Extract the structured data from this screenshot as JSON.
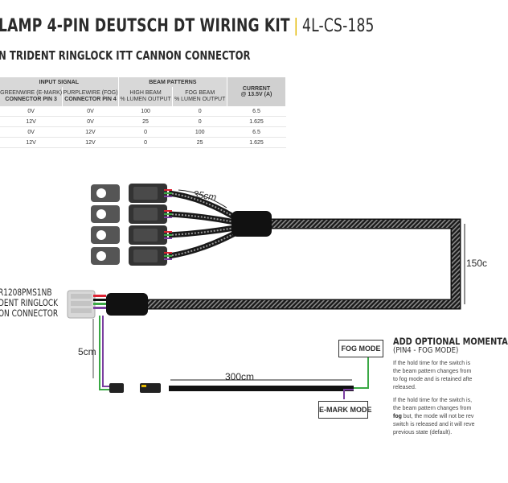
{
  "header": {
    "title": "LAMP 4-PIN DEUTSCH DT WIRING KIT",
    "separator": "|",
    "code": "4L-CS-185",
    "subtitle": "N TRIDENT RINGLOCK ITT CANNON CONNECTOR"
  },
  "table": {
    "group_input": "INPUT SIGNAL",
    "group_beam": "BEAM PATTERNS",
    "current_header": "CURRENT",
    "current_sub": "@ 13.5V (A)",
    "columns": [
      {
        "line1": "GREENWIRE (E-MARK)",
        "line2": "CONNECTOR PIN 3"
      },
      {
        "line1": "PURPLEWIRE (FOG)",
        "line2": "CONNECTOR PIN 4"
      },
      {
        "line1": "HIGH BEAM",
        "line2": "% LUMEN OUTPUT"
      },
      {
        "line1": "FOG BEAM",
        "line2": "% LUMEN OUTPUT"
      }
    ],
    "rows": [
      [
        "0V",
        "0V",
        "100",
        "0",
        "6.5"
      ],
      [
        "12V",
        "0V",
        "25",
        "0",
        "1.625"
      ],
      [
        "0V",
        "12V",
        "0",
        "100",
        "6.5"
      ],
      [
        "12V",
        "12V",
        "0",
        "25",
        "1.625"
      ]
    ]
  },
  "diagram": {
    "label_35cm": "35cm",
    "label_150cm": "150c",
    "label_5cm": "5cm",
    "label_300cm": "300cm",
    "connector_lines": [
      "R1208PMS1NB",
      "DENT RINGLOCK",
      "ON CONNECTOR"
    ],
    "fog_mode": "FOG MODE",
    "emark_mode": "E-MARK MODE",
    "colors": {
      "sleeve": "#1a1a1a",
      "green_wire": "#3aa845",
      "purple_wire": "#7b3fa0",
      "accent": "#e4b800"
    }
  },
  "add_optional": {
    "title": "ADD OPTIONAL MOMENTA",
    "subtitle": "(PIN4 - FOG MODE)",
    "p1": [
      "If the hold time for the switch is",
      "the beam pattern changes from",
      "to fog mode and is retained afte",
      "released."
    ],
    "p2_l1": "If the hold time for the switch is,",
    "p2_l2": "the beam pattern changes from",
    "p2_l3_bold": "fog",
    "p2_l3_rest": " but, the mode will not be rev",
    "p2_l4": "switch is released and it will reve",
    "p2_l5": "previous state (default)."
  }
}
